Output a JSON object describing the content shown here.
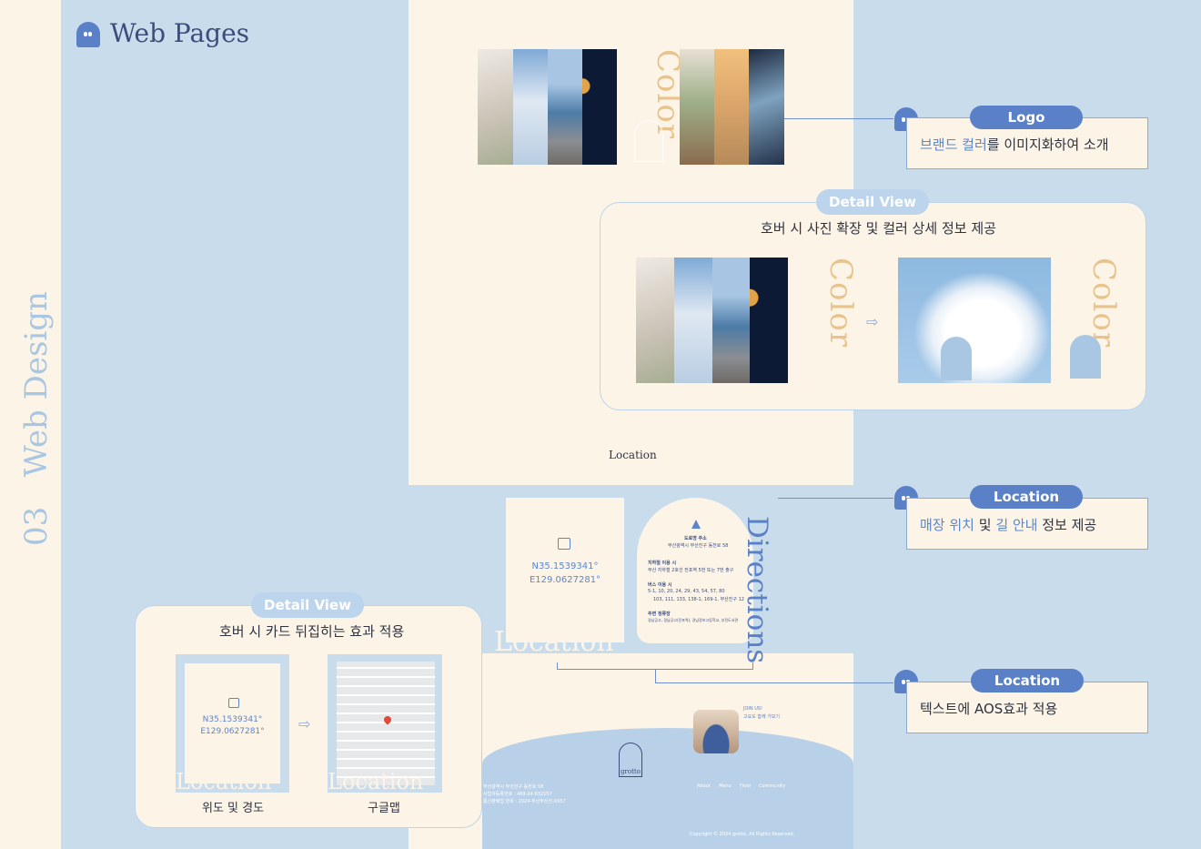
{
  "header": {
    "title": "Web Pages",
    "section_number": "03",
    "section_label": "Web Design"
  },
  "mockup": {
    "color_word": "Color",
    "location_label": "Location",
    "coordinates": [
      "N35.1539341°",
      "E129.0627281°"
    ],
    "location_watermark": "Location",
    "directions_word": "Directions",
    "directions_card": {
      "road_title": "도로명 주소",
      "road_addr": "부산광역시 부산진구 동천로 58",
      "subway_title": "지하철 이용 시",
      "subway_text": "부산 지하철 2호선 전포역 5번 또는 7번 출구",
      "bus_title": "버스 이용 시",
      "bus_text_1": "5-1, 10, 20, 24, 29, 43, 54, 57, 80",
      "bus_text_2": "103, 111, 133, 138-1, 169-1, 부산진구 12",
      "stop_title": "주변 정류장",
      "stop_text": "경남공고, 경남공고(전포역), 경남정보고등학교, 부전도서관"
    },
    "join_title": "JOIN US!",
    "join_sub": "고요도 함께 가보기",
    "brand": "grotto",
    "footer_info": [
      "부산광역시 부산진구 동천로 58",
      "사업자등록번호 : 469-24-632157",
      "통신판매업 번호 : 2024-부산부산진-0357"
    ],
    "footer_nav": [
      "About",
      "Menu",
      "Floor",
      "Community"
    ],
    "copyright": "Copyright © 2024 grotto. All Rights Reserved."
  },
  "callouts": {
    "logo": {
      "pill": "Logo",
      "text_hl1": "브랜드 컬러",
      "text_rest": "를 이미지화하여 소개"
    },
    "location1": {
      "pill": "Location",
      "hl1": "매장 위치",
      "mid": " 및 ",
      "hl2": "길 안내",
      "rest": " 정보 제공"
    },
    "location2": {
      "pill": "Location",
      "text": "텍스트에 AOS효과 적용"
    }
  },
  "detail_top": {
    "pill": "Detail View",
    "desc": "호버 시 사진 확장 및 컬러 상세 정보 제공",
    "color_word": "Color"
  },
  "detail_bottom": {
    "pill": "Detail View",
    "desc": "호버 시 카드 뒤집히는 효과 적용",
    "card1_caption": "위도 및 경도",
    "card2_caption": "구글맵",
    "watermark": "Location"
  },
  "colors": {
    "accent": "#5a80c7",
    "light_blue": "#c9dcec",
    "cream": "#fdf4e8",
    "gold": "#e8c48c",
    "navy": "#3b4d7c"
  }
}
